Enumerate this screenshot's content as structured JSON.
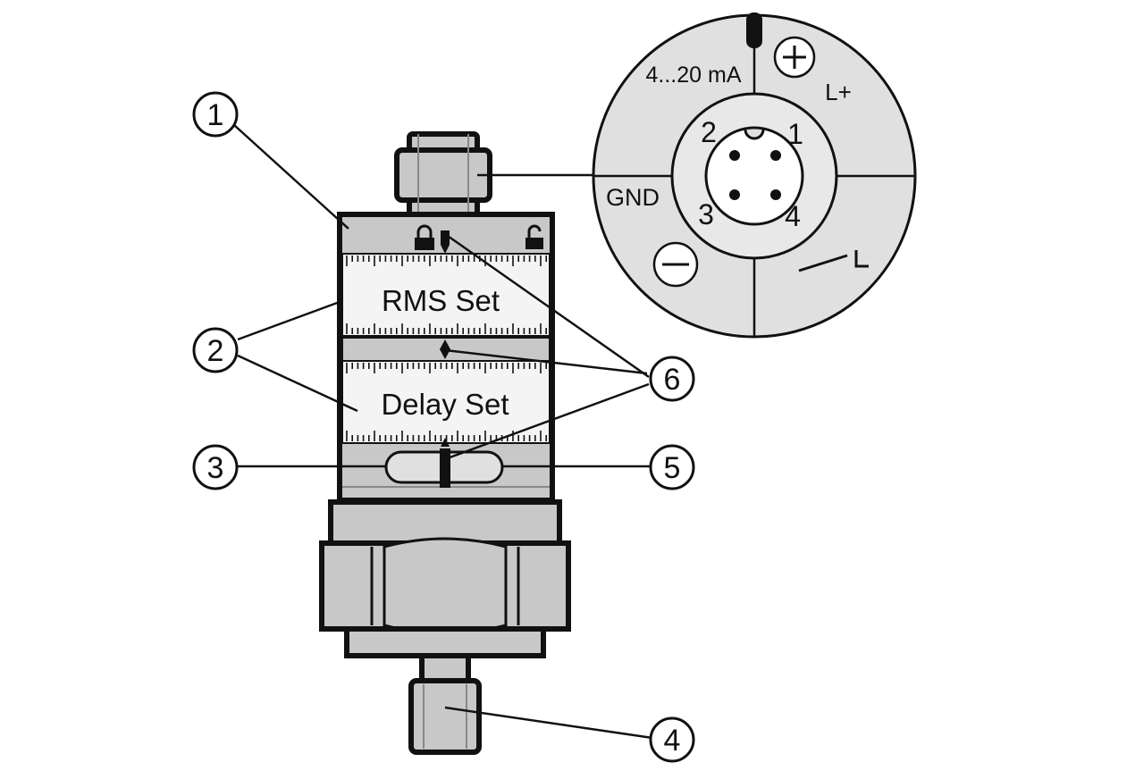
{
  "device": {
    "scale_top_label": "RMS Set",
    "scale_bottom_label": "Delay Set"
  },
  "callouts": [
    "1",
    "2",
    "3",
    "4",
    "5",
    "6"
  ],
  "connector": {
    "signal_label": "4...20 mA",
    "supply_label": "L+",
    "ground_label": "GND",
    "pins": [
      "1",
      "2",
      "3",
      "4"
    ],
    "plus_symbol": "+",
    "minus_symbol": "−"
  },
  "colors": {
    "line": "#111111",
    "body_gray": "#c8c8c8",
    "face_light": "#f0f0f0"
  }
}
